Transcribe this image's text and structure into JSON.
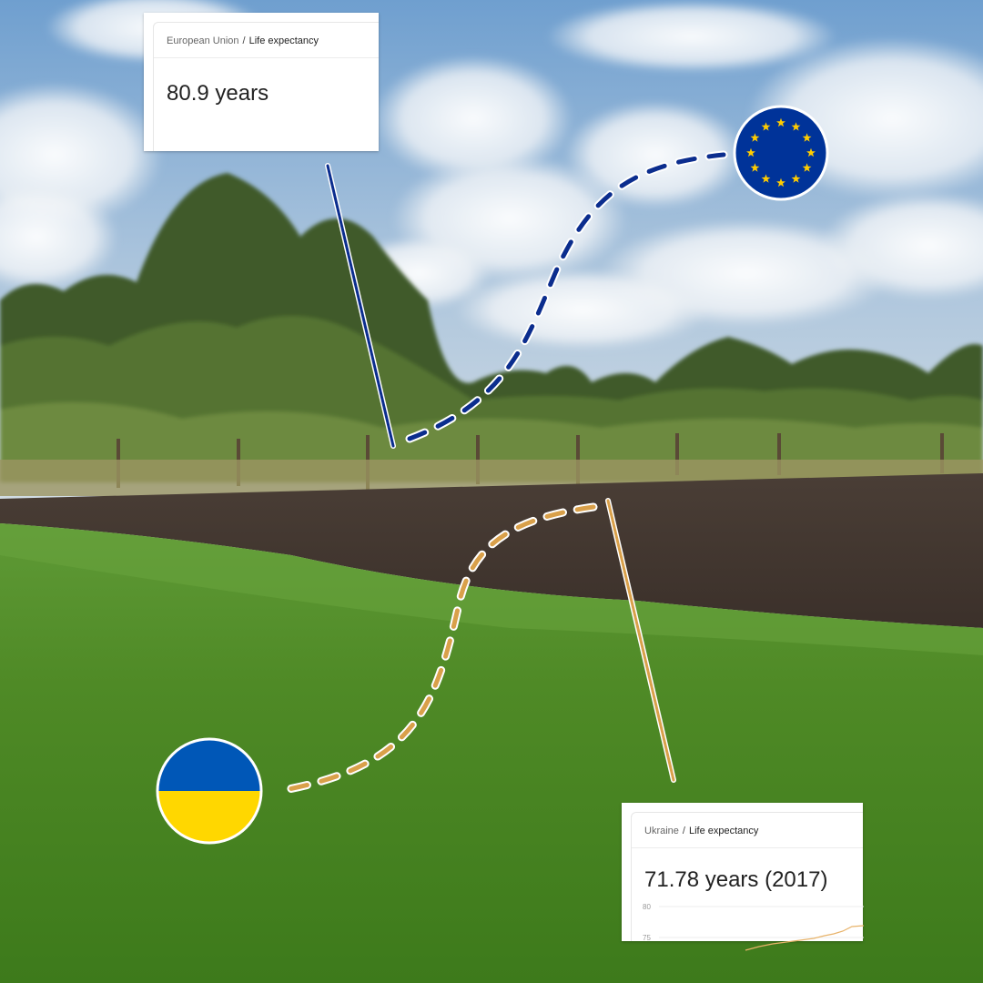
{
  "eu_card": {
    "country": "European Union",
    "separator": "/",
    "metric": "Life expectancy",
    "value": "80.9 years"
  },
  "ua_card": {
    "country": "Ukraine",
    "separator": "/",
    "metric": "Life expectancy",
    "value": "71.78 years (2017)",
    "mini_chart": {
      "y_ticks": [
        "80",
        "75"
      ]
    }
  },
  "flags": {
    "eu": {
      "icon": "eu-flag-icon",
      "color": "#003399",
      "star_color": "#FFCC00",
      "star_count": 12
    },
    "ua": {
      "icon": "ukraine-flag-icon",
      "top_color": "#0057B7",
      "bottom_color": "#FFD700"
    }
  },
  "colors": {
    "eu_line": "#0b2d8e",
    "ua_line": "#d9a04a",
    "ua_chart_line": "#e8b36a"
  }
}
